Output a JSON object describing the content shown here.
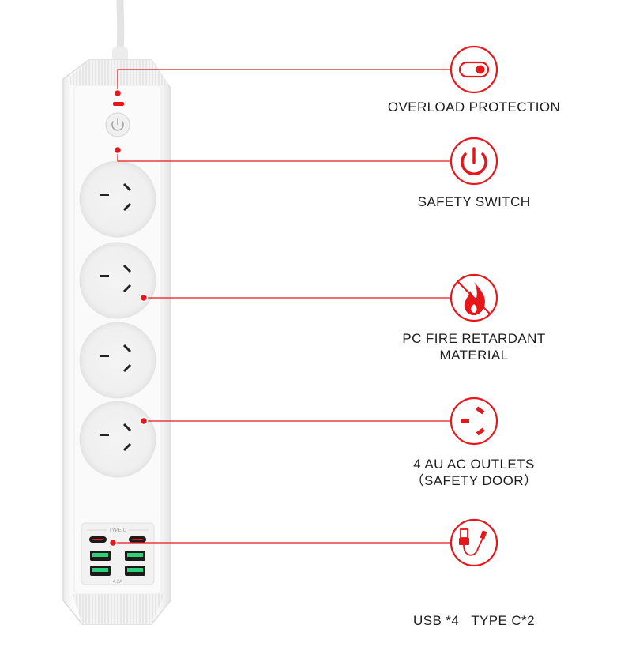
{
  "colors": {
    "accent": "#e8161b",
    "strip_body": "#f6f6f6",
    "usb_green": "#2fd07a",
    "text": "#1e1e1e"
  },
  "product": {
    "name": "power-strip",
    "usb_panel": {
      "type_c_label": "TYPE-C",
      "rating_label": "4.2A"
    }
  },
  "features": [
    {
      "icon": "toggle-switch-icon",
      "lines": [
        "OVERLOAD PROTECTION"
      ]
    },
    {
      "icon": "power-icon",
      "lines": [
        "SAFETY SWITCH"
      ]
    },
    {
      "icon": "fire-icon",
      "lines": [
        "PC FIRE RETARDANT",
        "MATERIAL"
      ]
    },
    {
      "icon": "au-outlet-icon",
      "lines": [
        "4 AU AC OUTLETS",
        "（SAFETY DOOR）"
      ]
    },
    {
      "icon": "usb-cable-icon",
      "lines": [
        "USB *4   TYPE C*2"
      ]
    }
  ]
}
